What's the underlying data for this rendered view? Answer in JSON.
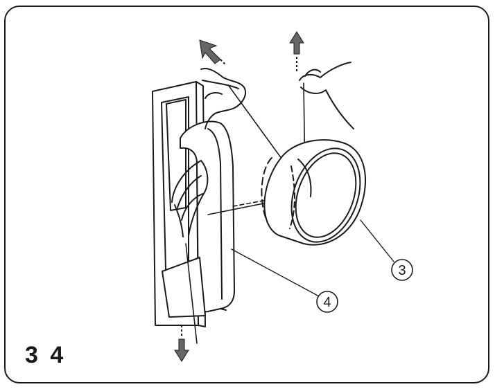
{
  "figure": {
    "number_parts": [
      "3",
      "4"
    ],
    "callouts": {
      "bobbin_case": "3",
      "tension_spring": "4"
    }
  },
  "colors": {
    "line": "#1a1a1a",
    "arrow_fill": "#666666",
    "background": "#ffffff"
  }
}
